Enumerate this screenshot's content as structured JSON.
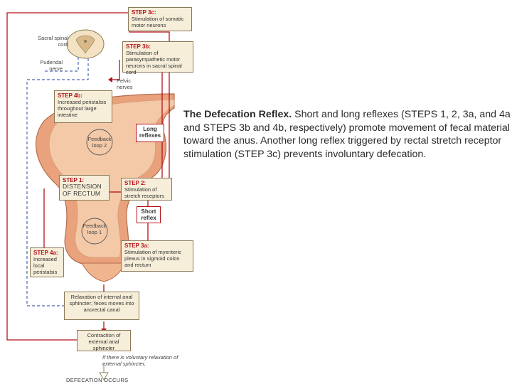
{
  "caption": {
    "title": "The Defecation Reflex.",
    "body": "Short and long reflexes (STEPS 1, 2, 3a, and 4a and STEPS 3b and 4b, respectively) promote movement of fecal material toward the anus. Another long reflex triggered by rectal stretch receptor stimulation (STEP 3c) prevents involuntary defecation."
  },
  "labels": {
    "sacral_cord": "Sacral spinal cord",
    "pudendal": "Pudendal nerve",
    "pelvic": "Pelvic nerves",
    "feedback2": "Feedback loop 2",
    "feedback1": "Feedback loop 1",
    "long_reflexes": "Long reflexes",
    "short_reflex": "Short reflex"
  },
  "steps": {
    "s3c": {
      "title": "STEP 3c:",
      "text": "Stimulation of somatic motor neurons"
    },
    "s3b": {
      "title": "STEP 3b:",
      "text": "Stimulation of parasympathetic motor neurons in sacral spinal cord"
    },
    "s4b": {
      "title": "STEP 4b:",
      "text": "Increased peristalsis throughout large intestine"
    },
    "s1": {
      "title": "STEP 1:",
      "text": "DISTENSION OF RECTUM"
    },
    "s2": {
      "title": "STEP 2:",
      "text": "Stimulation of stretch receptors"
    },
    "s3a": {
      "title": "STEP 3a:",
      "text": "Stimulation of myenteric plexus in sigmoid colon and rectum"
    },
    "s4a": {
      "title": "STEP 4a:",
      "text": "Increased local peristalsis"
    }
  },
  "relax_internal": "Relaxation of internal anal sphincter; feces moves into anorectal canal",
  "contraction_external": "Contraction of external anal sphincter",
  "voluntary_note": "If there is voluntary relaxation of external sphincter,",
  "defecation": "DEFECATION OCCURS",
  "colors": {
    "red": "#b5121b",
    "blue_dashed": "#4a66b0",
    "colon": "#e9a27c",
    "colon_inner": "#f3c9a8",
    "box_fill": "#f6eed9"
  }
}
